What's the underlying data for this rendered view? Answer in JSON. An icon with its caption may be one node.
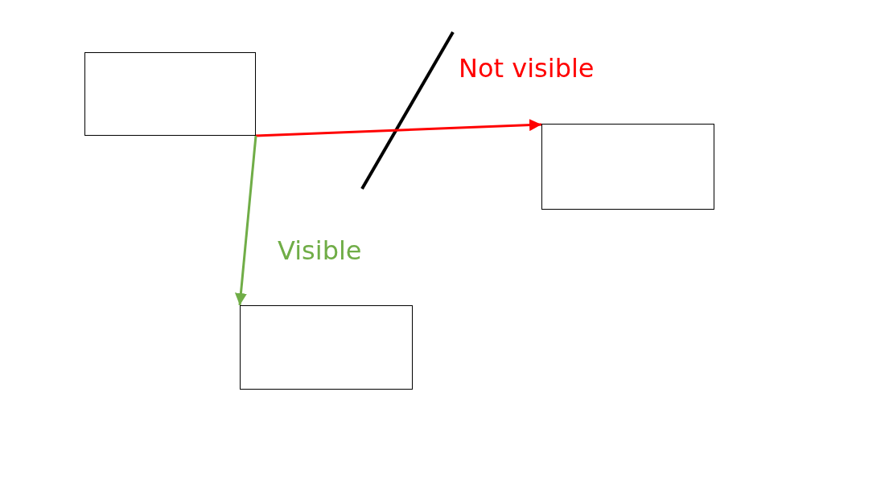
{
  "diagram": {
    "nodes": [
      {
        "text": [],
        "shape": "box"
      },
      {
        "text": [],
        "shape": "box"
      },
      {
        "text": [],
        "shape": "box"
      }
    ],
    "edges": [
      {
        "from": 0,
        "to": 1,
        "arrow": "to",
        "label": "Not visible",
        "color": "#ff0000"
      },
      {
        "from": 0,
        "to": 2,
        "arrow": "to",
        "label": "Visible",
        "color": "#70ad47"
      }
    ]
  }
}
